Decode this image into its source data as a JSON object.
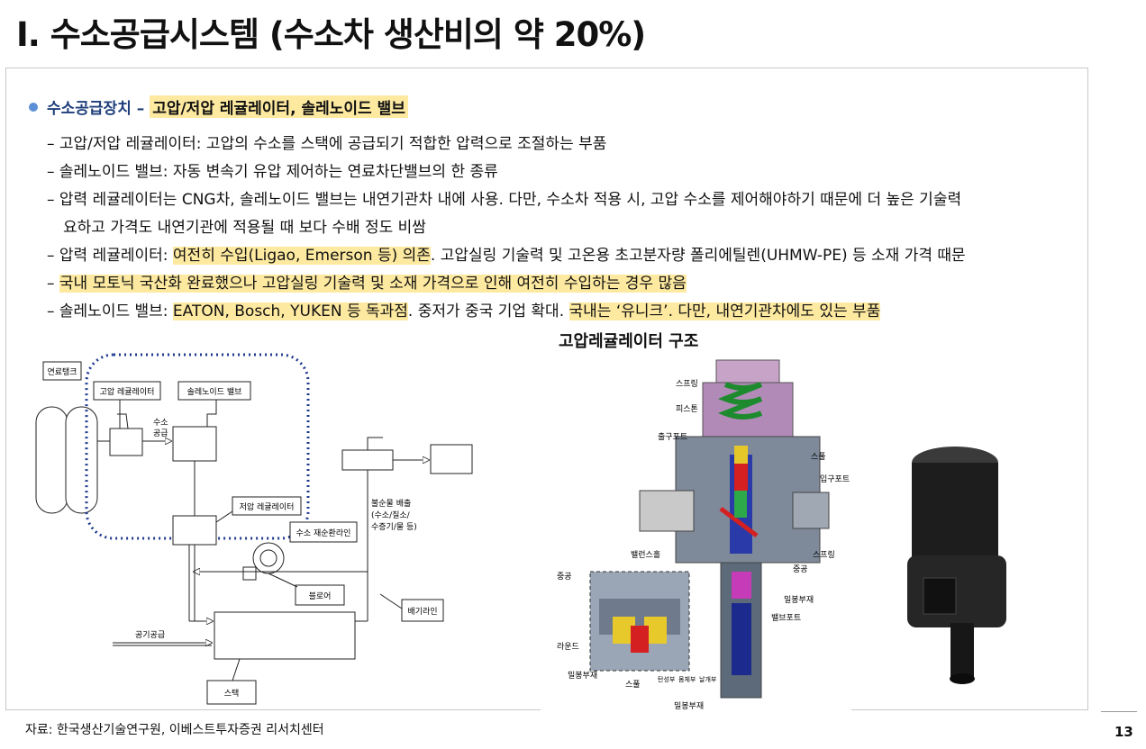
{
  "page": {
    "title": "I. 수소공급시스템 (수소차 생산비의 약 20%)",
    "page_number": "13",
    "source": "자료: 한국생산기술연구원, 이베스트투자증권 리서치센터"
  },
  "heading": {
    "label": "수소공급장치 –",
    "highlight": "고압/저압 레귤레이터, 솔레노이드 밸브"
  },
  "lines": [
    {
      "parts": [
        {
          "t": "– 고압/저압 레귤레이터: 고압의 수소를 스택에 공급되기 적합한 압력으로 조절하는 부품"
        }
      ]
    },
    {
      "parts": [
        {
          "t": "– 솔레노이드 밸브: 자동 변속기 유압 제어하는 연료차단밸브의 한 종류"
        }
      ]
    },
    {
      "parts": [
        {
          "t": "– 압력 레귤레이터는 CNG차, 솔레노이드 밸브는 내연기관차 내에 사용. 다만, 수소차 적용 시, 고압 수소를 제어해야하기 때문에 더 높은 기술력"
        }
      ]
    },
    {
      "cont": true,
      "parts": [
        {
          "t": "요하고 가격도 내연기관에 적용될 때 보다 수배 정도 비쌈"
        }
      ]
    },
    {
      "parts": [
        {
          "t": "– 압력 레귤레이터: "
        },
        {
          "t": "여전히 수입(Ligao, Emerson 등) 의존",
          "hl": true
        },
        {
          "t": ". 고압실링 기술력 및 고온용 초고분자량 폴리에틸렌(UHMW-PE) 등 소재 가격 때문"
        }
      ]
    },
    {
      "parts": [
        {
          "t": "– "
        },
        {
          "t": "국내 모토닉 국산화 완료했으나 고압실링 기술력 및 소재 가격으로 인해 여전히 수입하는 경우 많음",
          "hl": true
        }
      ]
    },
    {
      "parts": [
        {
          "t": "– 솔레노이드 밸브: "
        },
        {
          "t": "EATON, Bosch, YUKEN 등 독과점",
          "hl": true
        },
        {
          "t": ". 중저가 중국 기업 확대. "
        },
        {
          "t": "국내는 ‘유니크’. 다만, 내연기관차에도 있는 부품",
          "hl": true
        }
      ]
    }
  ],
  "diagram": {
    "fuel_tank": "연료탱크",
    "hp_regulator": "고압 레귤레이터",
    "solenoid": "솔레노이드 밸브",
    "h2_supply": "수소",
    "h2_supply2": "공급",
    "lp_regulator": "저압 레귤레이터",
    "recirc": "수소 재순환라인",
    "blower": "블로어",
    "exhaust_line": "배기라인",
    "air_supply": "공기공급",
    "stack": "스택",
    "impurity1": "불순물 배출",
    "impurity2": "(수소/질소/",
    "impurity3": "수증기/물 등)"
  },
  "structure": {
    "title": "고압레귤레이터 구조",
    "labels": [
      "스프링",
      "피스톤",
      "출구포트",
      "스풀",
      "입구포트",
      "스프링",
      "중공",
      "밸런스홀",
      "중공",
      "밀봉부재",
      "밸브포트",
      "라운드",
      "밀봉부재",
      "스풀",
      "탄성부",
      "몸체부",
      "날개부",
      "밀봉부재"
    ]
  }
}
